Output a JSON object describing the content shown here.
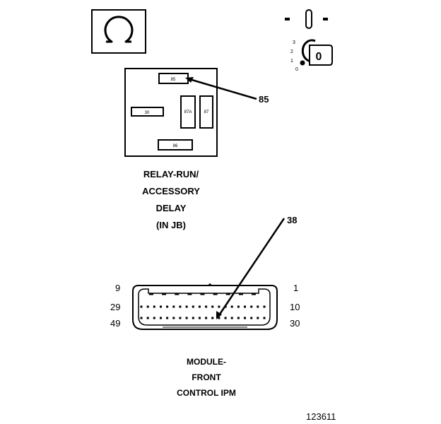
{
  "relay": {
    "pins": {
      "p85": "85",
      "p86": "86",
      "p30": "30",
      "p87a": "87A",
      "p87": "87"
    },
    "callout": "85",
    "title_lines": [
      "RELAY-RUN/",
      "ACCESSORY",
      "DELAY",
      "(IN JB)"
    ]
  },
  "ignition": {
    "positions": [
      "3",
      "2",
      "1",
      "0"
    ],
    "key_label": "0"
  },
  "connector": {
    "callout": "38",
    "pin_labels": {
      "top_left": "9",
      "top_right": "1",
      "mid_left": "29",
      "mid_right": "10",
      "bot_left": "49",
      "bot_right": "30"
    },
    "title_lines": [
      "MODULE-",
      "FRONT",
      "CONTROL IPM"
    ]
  },
  "figure_number": "123611"
}
